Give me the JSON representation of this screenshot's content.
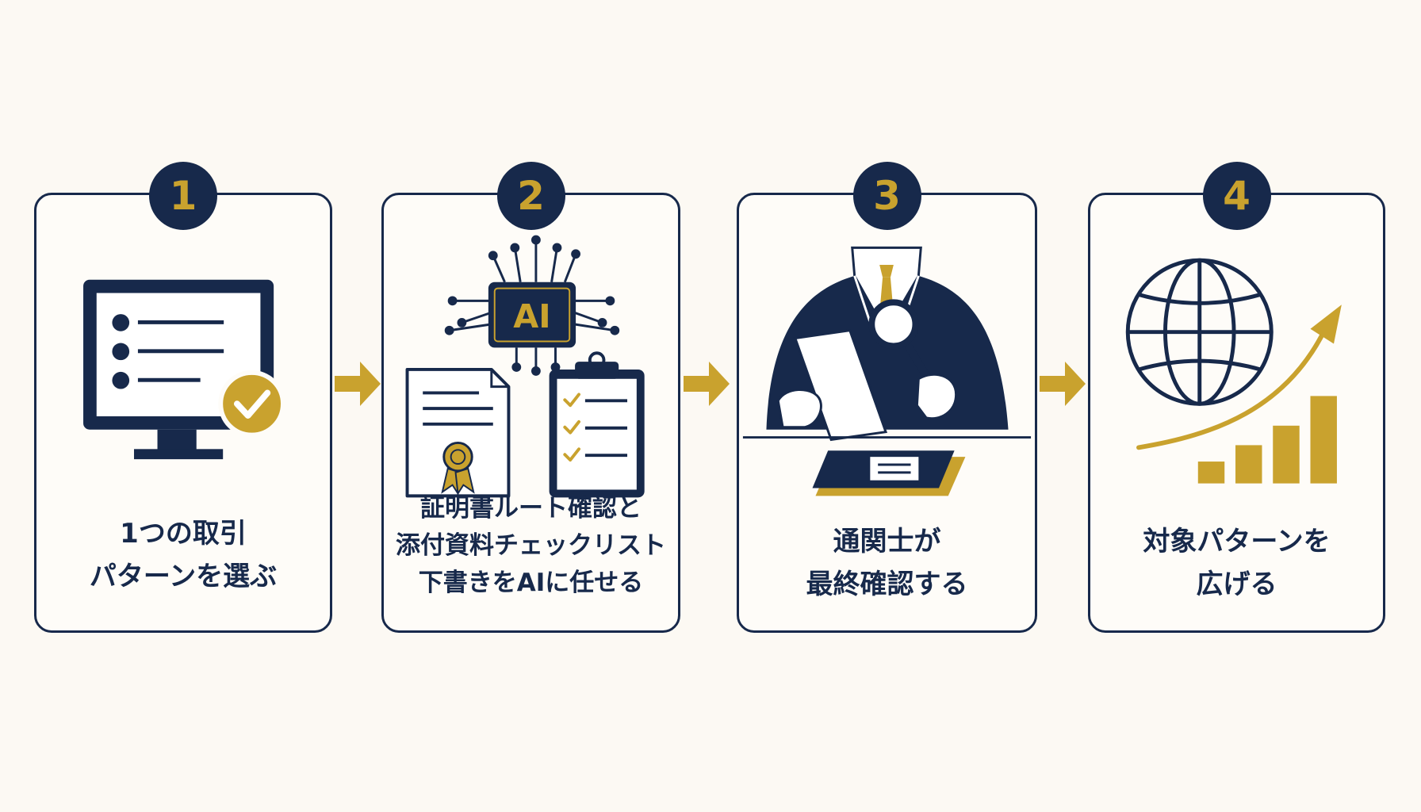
{
  "colors": {
    "navy": "#17294b",
    "gold": "#c9a22e",
    "background": "#fcf9f3"
  },
  "steps": [
    {
      "number": "1",
      "icon": "monitor-checklist-icon",
      "lines": [
        "1つの取引",
        "パターンを選ぶ"
      ]
    },
    {
      "number": "2",
      "icon": "ai-chip-documents-icon",
      "lines": [
        "証明書ルート確認と",
        "添付資料チェックリスト",
        "下書きをAIに任せる"
      ],
      "chip_label": "AI"
    },
    {
      "number": "3",
      "icon": "inspector-magnifier-icon",
      "lines": [
        "通関士が",
        "最終確認する"
      ]
    },
    {
      "number": "4",
      "icon": "globe-growth-icon",
      "lines": [
        "対象パターンを",
        "広げる"
      ]
    }
  ]
}
